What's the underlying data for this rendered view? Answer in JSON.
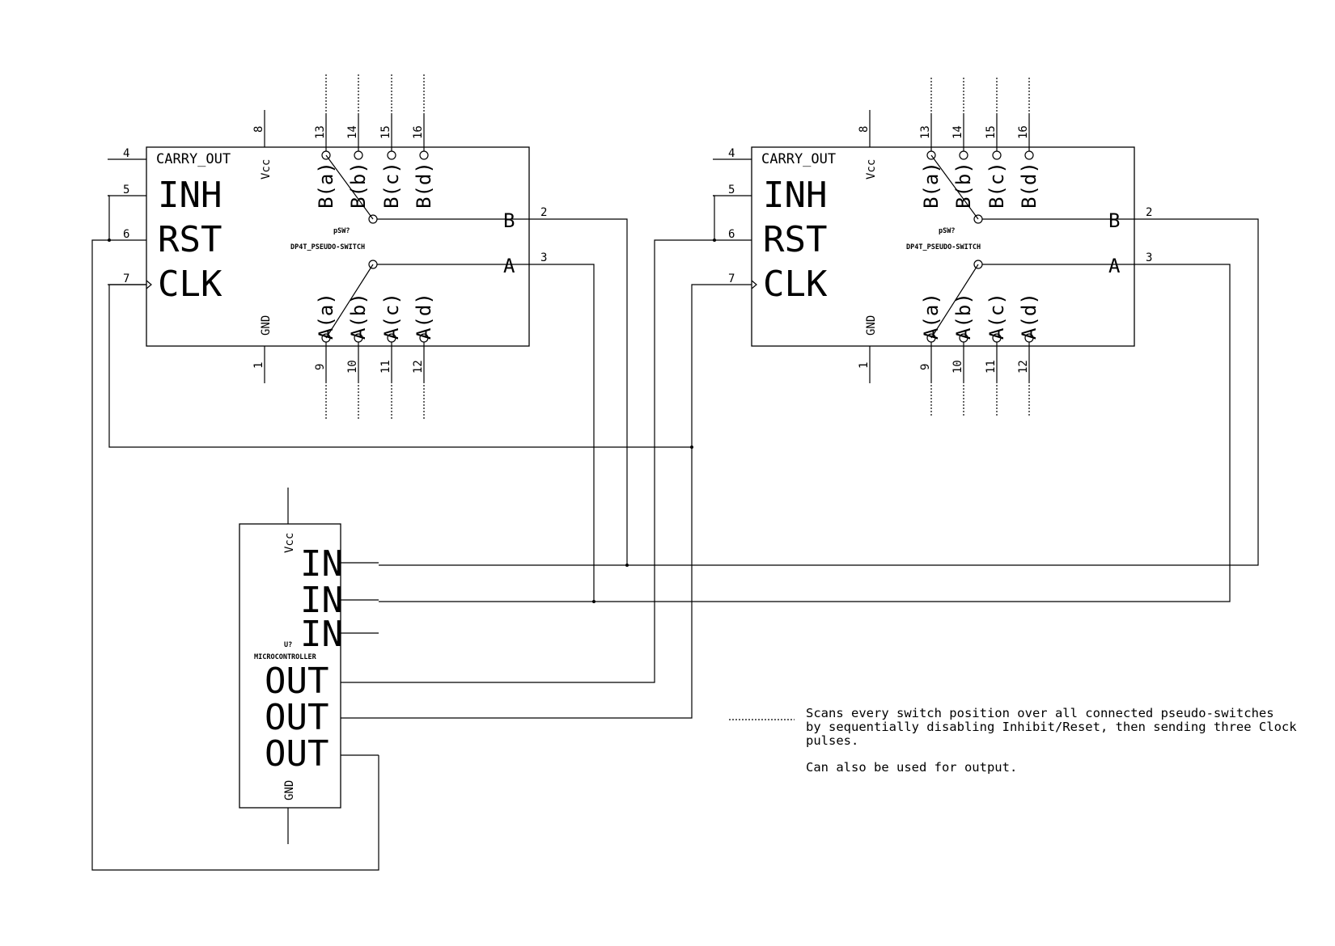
{
  "switches": [
    {
      "ref": "pSW?",
      "value": "DP4T_PSEUDO-SWITCH",
      "left_labels": {
        "carry_out": "CARRY_OUT",
        "inh": "INH",
        "rst": "RST",
        "clk": "CLK"
      },
      "power": {
        "vcc": "Vcc",
        "gnd": "GND"
      },
      "top_labels": [
        "B(a)",
        "B(b)",
        "B(c)",
        "B(d)"
      ],
      "bottom_labels": [
        "A(a)",
        "A(b)",
        "A(c)",
        "A(d)"
      ],
      "right_labels": {
        "b": "B",
        "a": "A"
      },
      "pins": {
        "carry_out": "4",
        "inh": "5",
        "rst": "6",
        "clk": "7",
        "vcc": "8",
        "gnd": "1",
        "b": "2",
        "a": "3",
        "top": [
          "13",
          "14",
          "15",
          "16"
        ],
        "bottom": [
          "9",
          "10",
          "11",
          "12"
        ]
      }
    },
    {
      "ref": "pSW?",
      "value": "DP4T_PSEUDO-SWITCH",
      "left_labels": {
        "carry_out": "CARRY_OUT",
        "inh": "INH",
        "rst": "RST",
        "clk": "CLK"
      },
      "power": {
        "vcc": "Vcc",
        "gnd": "GND"
      },
      "top_labels": [
        "B(a)",
        "B(b)",
        "B(c)",
        "B(d)"
      ],
      "bottom_labels": [
        "A(a)",
        "A(b)",
        "A(c)",
        "A(d)"
      ],
      "right_labels": {
        "b": "B",
        "a": "A"
      },
      "pins": {
        "carry_out": "4",
        "inh": "5",
        "rst": "6",
        "clk": "7",
        "vcc": "8",
        "gnd": "1",
        "b": "2",
        "a": "3",
        "top": [
          "13",
          "14",
          "15",
          "16"
        ],
        "bottom": [
          "9",
          "10",
          "11",
          "12"
        ]
      }
    }
  ],
  "microcontroller": {
    "ref": "U?",
    "value": "MICROCONTROLLER",
    "vcc": "Vcc",
    "gnd": "GND",
    "inputs": [
      "IN",
      "IN",
      "IN"
    ],
    "outputs": [
      "OUT",
      "OUT",
      "OUT"
    ]
  },
  "note": {
    "lines": [
      "Scans every switch position over all connected pseudo-switches",
      "by sequentially disabling Inhibit/Reset, then sending three Clock",
      "pulses."
    ],
    "extra": "Can also be used for output."
  }
}
